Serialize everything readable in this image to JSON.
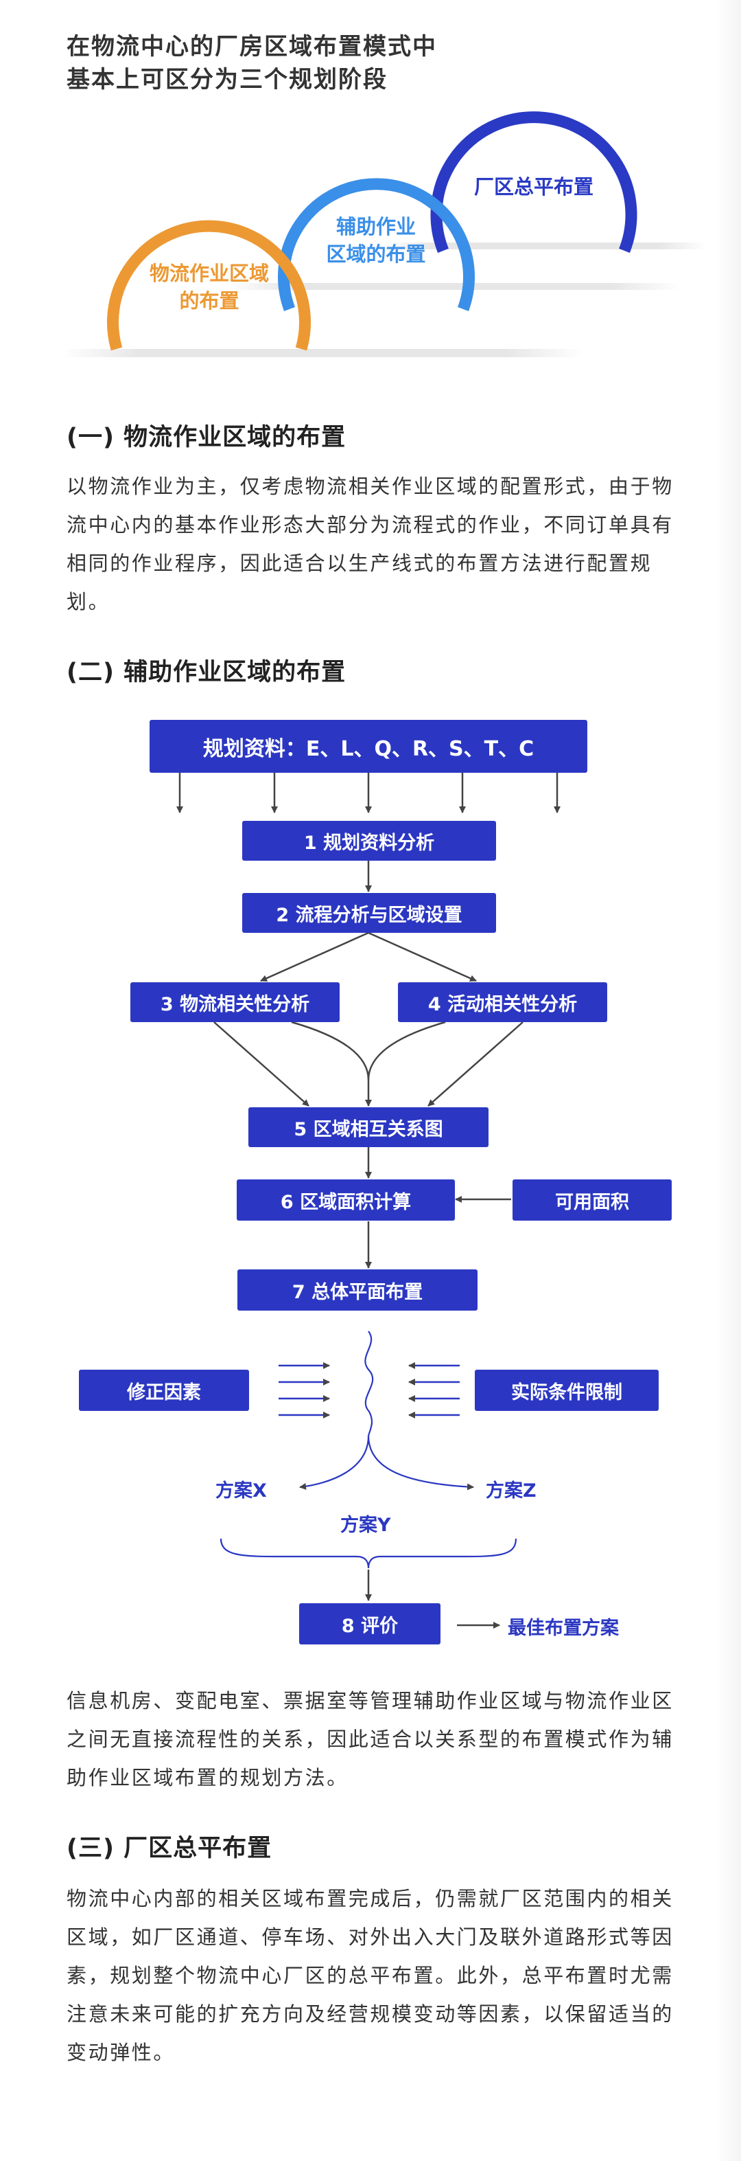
{
  "header": {
    "title_line1": "在物流中心的厂房区域布置模式中",
    "title_line2": "基本上可区分为三个规划阶段"
  },
  "stages": [
    {
      "label": "物流作业区域\n的布置",
      "color": "#ec9933"
    },
    {
      "label": "辅助作业\n区域的布置",
      "color": "#3a8fe8"
    },
    {
      "label": "厂区总平布置",
      "color": "#2a3ac4"
    }
  ],
  "sections": [
    {
      "title": "(一) 物流作业区域的布置",
      "body": "以物流作业为主，仅考虑物流相关作业区域的配置形式，由于物流中心内的基本作业形态大部分为流程式的作业，不同订单具有相同的作业程序，因此适合以生产线式的布置方法进行配置规划。"
    },
    {
      "title": "(二) 辅助作业区域的布置",
      "body": "信息机房、变配电室、票据室等管理辅助作业区域与物流作业区之间无直接流程性的关系，因此适合以关系型的布置模式作为辅助作业区域布置的规划方法。"
    },
    {
      "title": "(三) 厂区总平布置",
      "body": "物流中心内部的相关区域布置完成后，仍需就厂区范围内的相关区域，如厂区通道、停车场、对外出入大门及联外道路形式等因素，规划整个物流中心厂区的总平布置。此外，总平布置时尤需注意未来可能的扩充方向及经营规模变动等因素，以保留适当的变动弹性。"
    }
  ],
  "flowchart": {
    "input": "规划资料：E、L、Q、R、S、T、C",
    "step1": "1 规划资料分析",
    "step2": "2 流程分析与区域设置",
    "step3": "3 物流相关性分析",
    "step4": "4 活动相关性分析",
    "step5": "5 区域相互关系图",
    "step6": "6 区域面积计算",
    "available_area": "可用面积",
    "step7": "7 总体平面布置",
    "correction": "修正因素",
    "constraints": "实际条件限制",
    "plan_x": "方案X",
    "plan_y": "方案Y",
    "plan_z": "方案Z",
    "step8": "8 评价",
    "best": "最佳布置方案",
    "colors": {
      "box": "#2b37c2",
      "line": "#444444"
    }
  }
}
